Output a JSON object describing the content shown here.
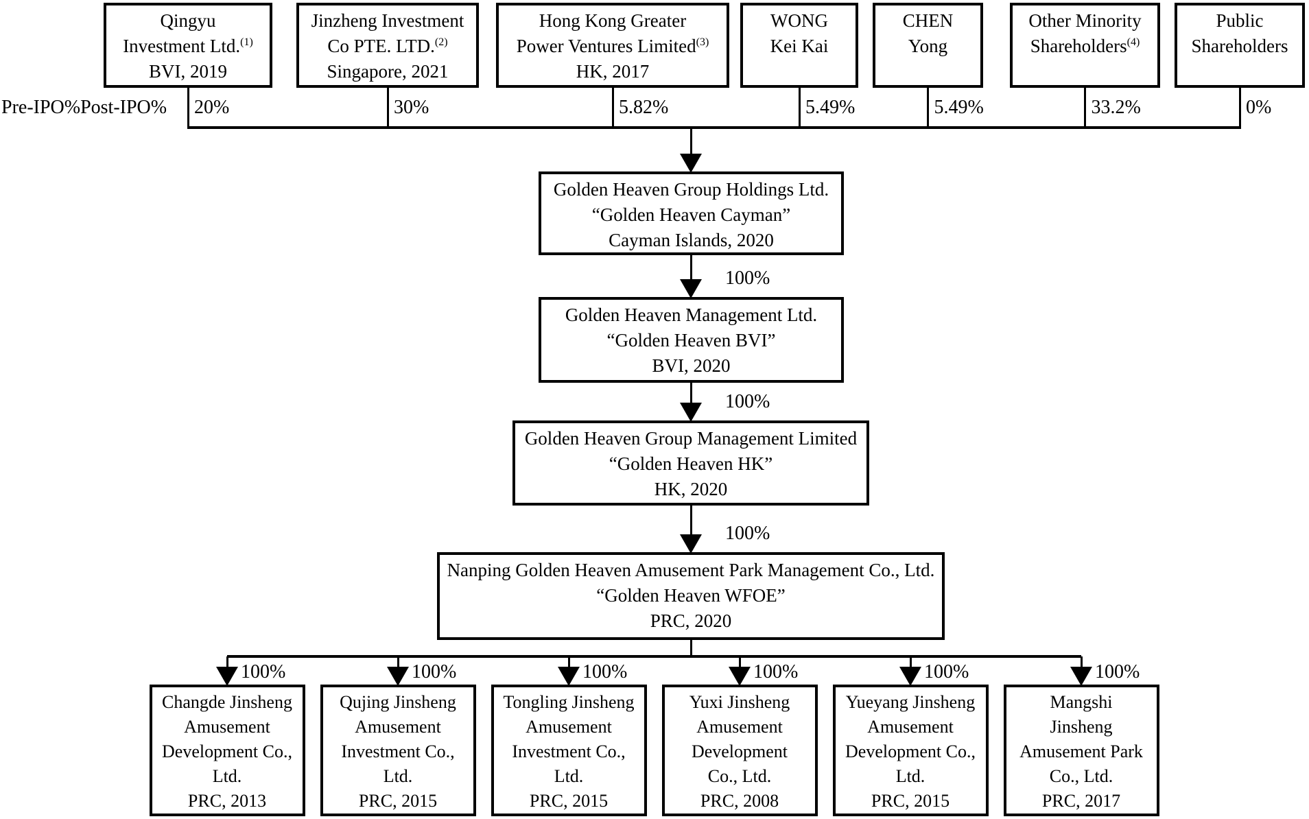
{
  "page": {
    "background": "#ffffff",
    "line_color": "#000000"
  },
  "org_chart": {
    "ownership_row_label": "Pre-IPO%Post-IPO%",
    "shareholders": [
      {
        "pct": "20%",
        "lines": [
          [
            "Qingyu"
          ],
          [
            "Investment Ltd.",
            "(1)"
          ],
          [
            "BVI, 2019"
          ]
        ]
      },
      {
        "pct": "30%",
        "lines": [
          [
            "Jinzheng Investment"
          ],
          [
            "Co PTE. LTD.",
            "(2)"
          ],
          [
            "Singapore, 2021"
          ]
        ]
      },
      {
        "pct": "5.82%",
        "lines": [
          [
            "Hong Kong Greater"
          ],
          [
            "Power Ventures Limited",
            "(3)"
          ],
          [
            "HK, 2017"
          ]
        ]
      },
      {
        "pct": "5.49%",
        "lines": [
          [
            "WONG"
          ],
          [
            "Kei Kai"
          ]
        ]
      },
      {
        "pct": "5.49%",
        "lines": [
          [
            "CHEN"
          ],
          [
            "Yong"
          ]
        ]
      },
      {
        "pct": "33.2%",
        "lines": [
          [
            "Other Minority"
          ],
          [
            "Shareholders",
            "(4)"
          ]
        ]
      },
      {
        "pct": "0%",
        "lines": [
          [
            "Public"
          ],
          [
            "Shareholders"
          ]
        ]
      }
    ],
    "chain": [
      {
        "pct": "",
        "lines": [
          [
            "Golden Heaven Group Holdings Ltd."
          ],
          [
            "“Golden Heaven Cayman”"
          ],
          [
            "Cayman Islands, 2020"
          ]
        ]
      },
      {
        "pct": "100%",
        "lines": [
          [
            "Golden Heaven Management Ltd."
          ],
          [
            "“Golden Heaven BVI”"
          ],
          [
            "BVI, 2020"
          ]
        ]
      },
      {
        "pct": "100%",
        "lines": [
          [
            "Golden Heaven Group Management Limited"
          ],
          [
            "“Golden Heaven HK”"
          ],
          [
            "HK, 2020"
          ]
        ]
      },
      {
        "pct": "100%",
        "lines": [
          [
            "Nanping Golden Heaven Amusement Park Management Co., Ltd."
          ],
          [
            "“Golden Heaven WFOE”"
          ],
          [
            "PRC, 2020"
          ]
        ]
      }
    ],
    "subsidiaries": [
      {
        "pct": "100%",
        "lines": [
          [
            "Changde Jinsheng"
          ],
          [
            "Amusement"
          ],
          [
            "Development Co.,"
          ],
          [
            "Ltd."
          ],
          [
            "PRC, 2013"
          ]
        ]
      },
      {
        "pct": "100%",
        "lines": [
          [
            "Qujing Jinsheng"
          ],
          [
            "Amusement"
          ],
          [
            "Investment Co.,"
          ],
          [
            "Ltd."
          ],
          [
            "PRC, 2015"
          ]
        ]
      },
      {
        "pct": "100%",
        "lines": [
          [
            "Tongling Jinsheng"
          ],
          [
            "Amusement"
          ],
          [
            "Investment Co.,"
          ],
          [
            "Ltd."
          ],
          [
            "PRC, 2015"
          ]
        ]
      },
      {
        "pct": "100%",
        "lines": [
          [
            "Yuxi Jinsheng"
          ],
          [
            "Amusement"
          ],
          [
            "Development"
          ],
          [
            "Co., Ltd."
          ],
          [
            "PRC, 2008"
          ]
        ]
      },
      {
        "pct": "100%",
        "lines": [
          [
            "Yueyang Jinsheng"
          ],
          [
            "Amusement"
          ],
          [
            "Development Co.,"
          ],
          [
            "Ltd."
          ],
          [
            "PRC, 2015"
          ]
        ]
      },
      {
        "pct": "100%",
        "lines": [
          [
            "Mangshi"
          ],
          [
            "Jinsheng"
          ],
          [
            "Amusement Park"
          ],
          [
            "Co., Ltd."
          ],
          [
            "PRC, 2017"
          ]
        ]
      }
    ]
  }
}
